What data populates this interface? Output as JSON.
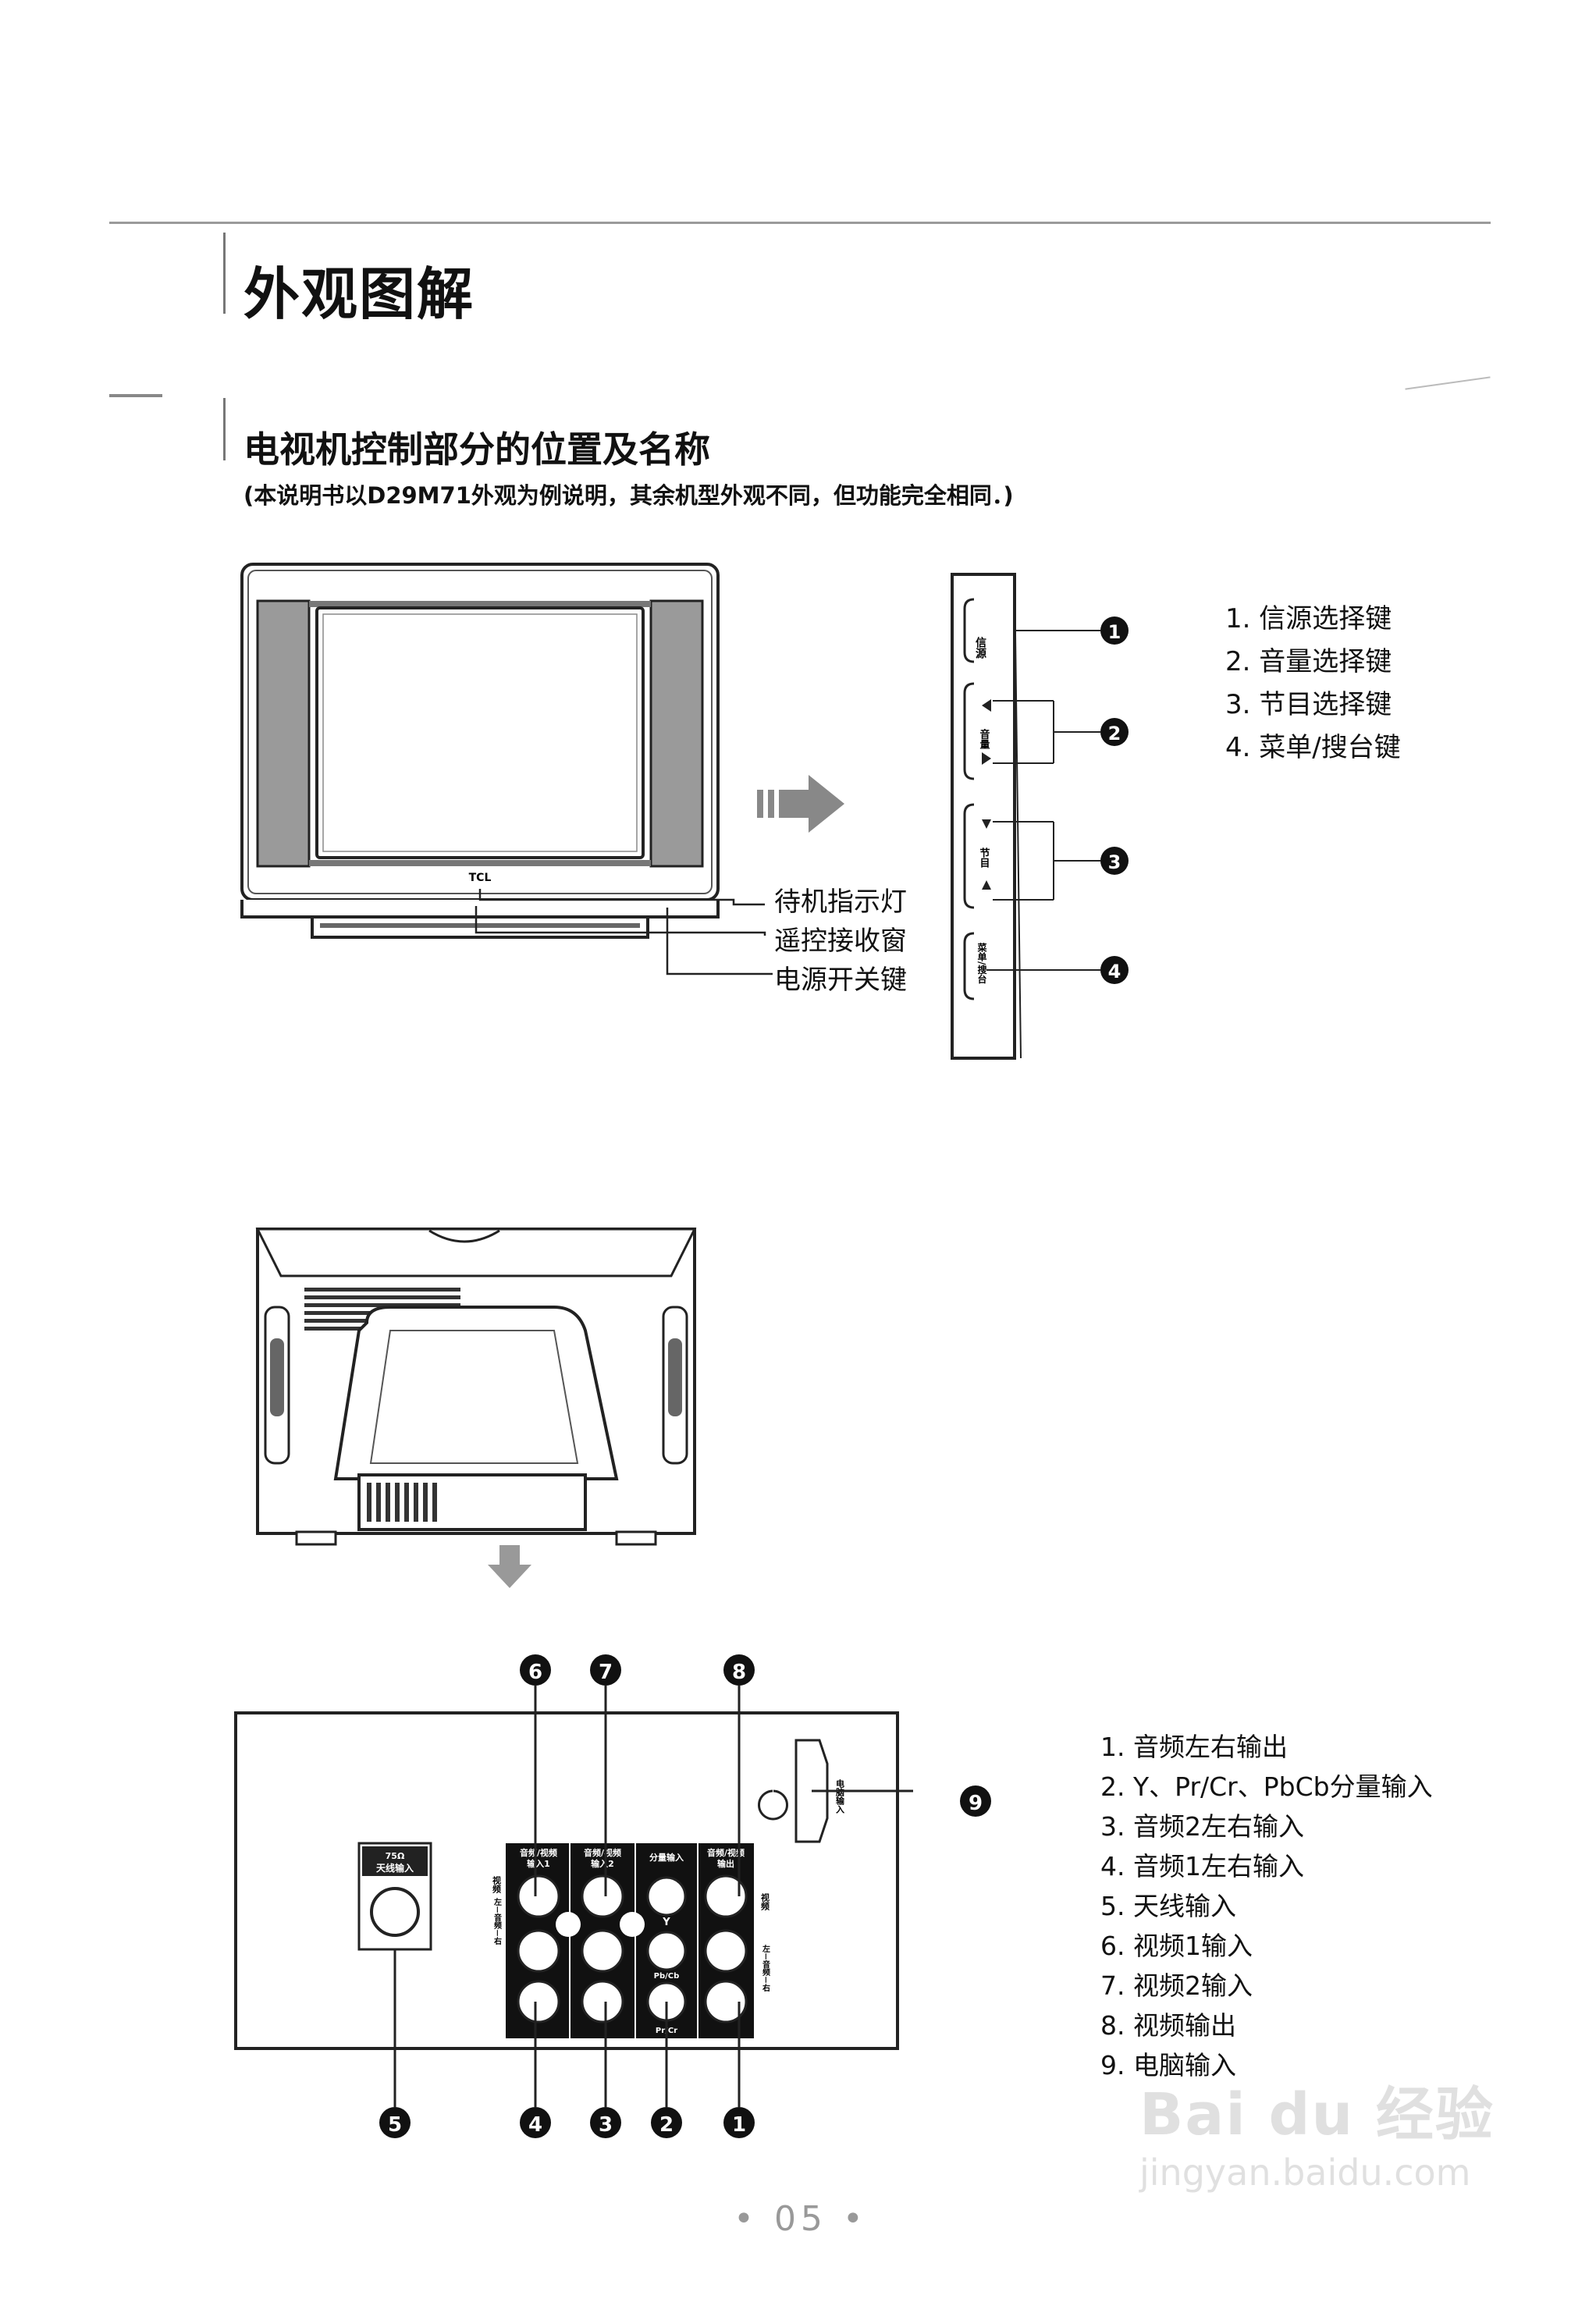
{
  "section_title": "外观图解",
  "subsection_title": "电视机控制部分的位置及名称",
  "note": "(本说明书以D29M71外观为例说明，其余机型外观不同，但功能完全相同．)",
  "front_labels": {
    "standby": "待机指示灯",
    "remote": "遥控接收窗",
    "power": "电源开关键",
    "brand": "TCL"
  },
  "side_panel": {
    "btn1": "信源",
    "btn2": "音量",
    "btn3": "节目",
    "btn4": "菜单/搜台"
  },
  "side_legend": [
    "1.  信源选择键",
    "2.  音量选择键",
    "3.  节目选择键",
    "4.  菜单/搜台键"
  ],
  "rear_panel": {
    "antenna_box": "75Ω\n天线输入",
    "jack_groups": [
      "音频/视频\n输入1",
      "音频/视频\n输入2",
      "分量输入",
      "音频/视频\n输出"
    ],
    "pc_input": "电脑输入",
    "row_labels_left": [
      "视频",
      "左－音频－右"
    ],
    "row_labels_right": [
      "视频",
      "左－音频－右"
    ],
    "component_labels": [
      "Y",
      "Pb/Cb",
      "Pr/Cr"
    ]
  },
  "rear_legend": [
    "1. 音频左右输出",
    "2. Y、Pr/Cr、PbCb分量输入",
    "3. 音频2左右输入",
    "4. 音频1左右输入",
    "5. 天线输入",
    "6. 视频1输入",
    "7. 视频2输入",
    "8. 视频输出",
    "9. 电脑输入"
  ],
  "callouts": [
    "1",
    "2",
    "3",
    "4",
    "5",
    "6",
    "7",
    "8",
    "9"
  ],
  "page_number": "• 05 •",
  "watermark": {
    "brand": "Bai du 经验",
    "url": "jingyan.baidu.com"
  }
}
